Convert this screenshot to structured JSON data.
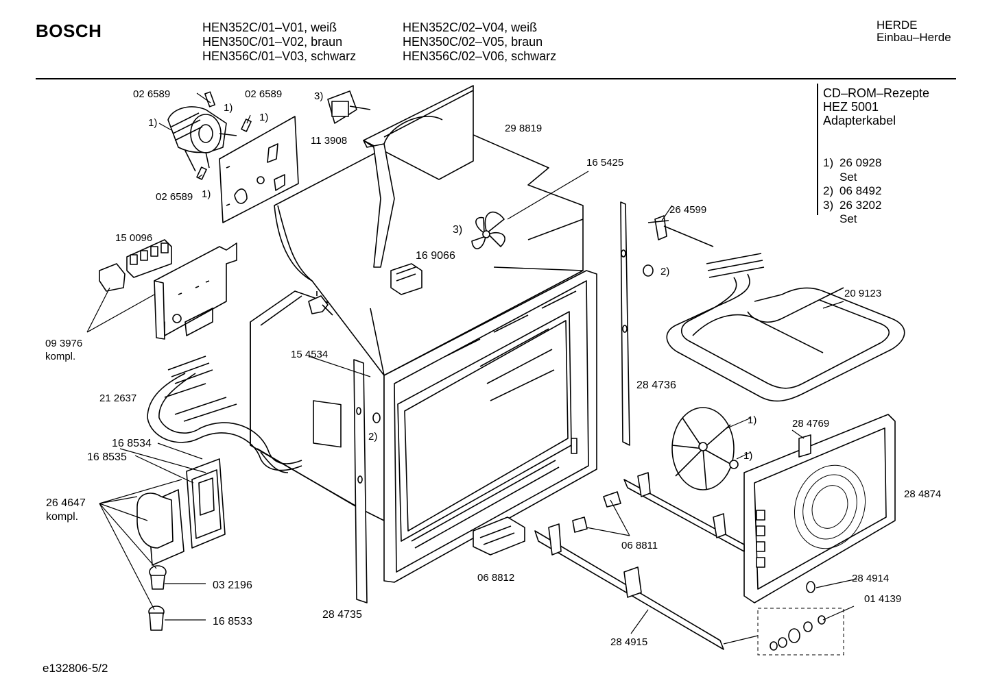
{
  "header": {
    "brand": "BOSCH",
    "models_col1": [
      "HEN352C/01–V01, weiß",
      "HEN350C/01–V02, braun",
      "HEN356C/01–V03, schwarz"
    ],
    "models_col2": [
      "HEN352C/02–V04, weiß",
      "HEN350C/02–V05, braun",
      "HEN356C/02–V06, schwarz"
    ],
    "category": "HERDE",
    "subcategory": "Einbau–Herde"
  },
  "accessories": [
    "CD–ROM–Rezepte",
    "HEZ 5001",
    "Adapterkabel"
  ],
  "notes": [
    {
      "key": "1)",
      "value": "26 0928"
    },
    {
      "key": "",
      "value": "Set"
    },
    {
      "key": "2)",
      "value": "06 8492"
    },
    {
      "key": "3)",
      "value": "26 3202"
    },
    {
      "key": "",
      "value": "Set"
    }
  ],
  "part_labels": {
    "p1": "02 6589",
    "p1n": "1)",
    "p2": "02 6589",
    "p2n": "1)",
    "p3n": "1)",
    "p4": "02 6589",
    "p4n": "1)",
    "p5n": "3)",
    "p5": "11 3908",
    "p6": "29 8819",
    "p7": "16 5425",
    "p8n": "3)",
    "p9": "16 9066",
    "p10": "15 0096",
    "p11a": "09 3976",
    "p11b": "kompl.",
    "p12": "15 4534",
    "p13": "21 2637",
    "p14": "16 8534",
    "p15": "16 8535",
    "p16a": "26 4647",
    "p16b": "kompl.",
    "p17": "03 2196",
    "p18": "16 8533",
    "p19": "28 4735",
    "p20n": "2)",
    "p21": "26 4599",
    "p22n": "2)",
    "p23": "20 9123",
    "p24": "28 4736",
    "p25n": "1)",
    "p26": "28 4769",
    "p27n": "1)",
    "p28": "28 4874",
    "p29": "06 8811",
    "p30": "06 8812",
    "p31": "28 4914",
    "p32": "01 4139",
    "p33": "28 4915"
  },
  "footer": "e132806-5/2"
}
